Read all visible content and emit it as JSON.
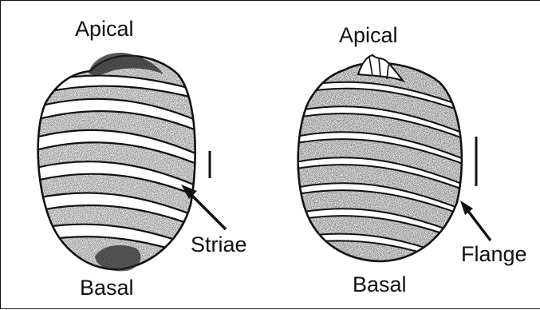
{
  "left_specimen": {
    "top_label": "Apical",
    "bottom_label": "Basal",
    "feature_label": "Striae"
  },
  "right_specimen": {
    "top_label": "Apical",
    "bottom_label": "Basal",
    "feature_label": "Flange"
  },
  "colors": {
    "ink": "#111111",
    "paper": "#ffffff"
  }
}
